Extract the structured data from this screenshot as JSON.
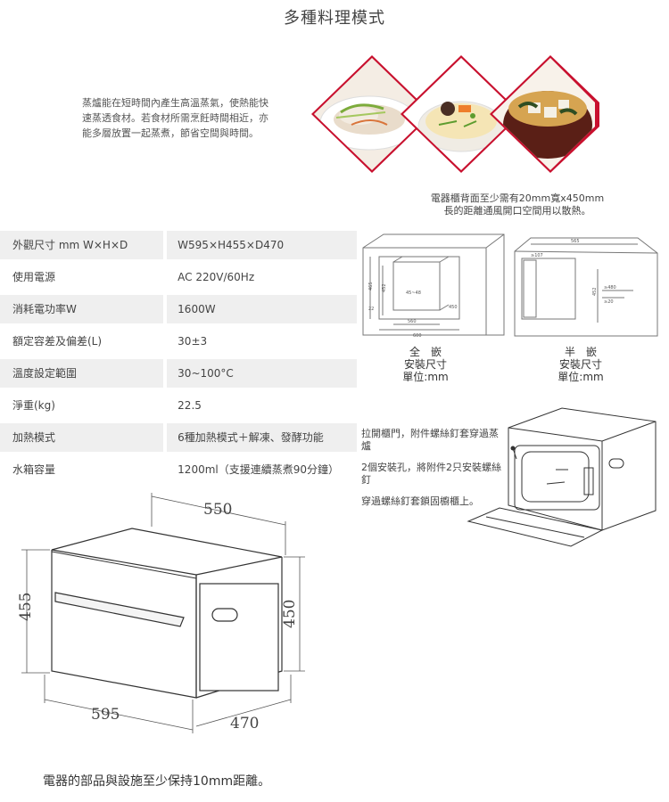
{
  "title": "多種料理模式",
  "intro_lines": [
    "蒸爐能在短時間內產生高溫蒸氣，使熱能快",
    "速蒸透食材。若食材所需烹飪時間相近，亦",
    "能多層放置一起蒸煮，節省空間與時間。"
  ],
  "vent_note_lines": [
    "電器櫃背面至少需有20mm寬x450mm",
    "長的距離通風開口空間用以散熱。"
  ],
  "specs": [
    {
      "label": "外觀尺寸 mm W×H×D",
      "value": "W595×H455×D470"
    },
    {
      "label": "使用電源",
      "value": "AC 220V/60Hz"
    },
    {
      "label": "消耗電功率W",
      "value": "1600W"
    },
    {
      "label": "額定容差及偏差(L)",
      "value": "30±3"
    },
    {
      "label": "溫度設定範圍",
      "value": "30~100°C"
    },
    {
      "label": "淨重(kg)",
      "value": "22.5"
    },
    {
      "label": "加熱模式",
      "value": "6種加熱模式＋解凍、發酵功能"
    },
    {
      "label": "水箱容量",
      "value": "1200ml（支援連續蒸煮90分鐘）"
    }
  ],
  "full_install": {
    "title": "全　嵌",
    "subtitle": "安裝尺寸",
    "unit": "單位:mm",
    "dims": [
      "465",
      "452",
      "45~48",
      "560",
      "450",
      "22",
      "600"
    ]
  },
  "half_install": {
    "title": "半　嵌",
    "subtitle": "安裝尺寸",
    "unit": "單位:mm",
    "dims": [
      "565",
      "≥107",
      "≥480",
      "≥20",
      "452"
    ]
  },
  "install_steps": [
    "拉開櫃門，附件螺絲釘套穿過蒸爐",
    "2個安裝孔，將附件2只安裝螺絲釘",
    "穿過螺絲釘套鎖固櫥櫃上。"
  ],
  "oven_dims": {
    "top": "550",
    "left": "455",
    "right": "450",
    "bottom_front": "595",
    "bottom_depth": "470"
  },
  "footnote": "電器的部品與設施至少保持10mm距離。",
  "colors": {
    "accent": "#c8102e",
    "table_shade": "#efefef",
    "line": "#555555"
  }
}
